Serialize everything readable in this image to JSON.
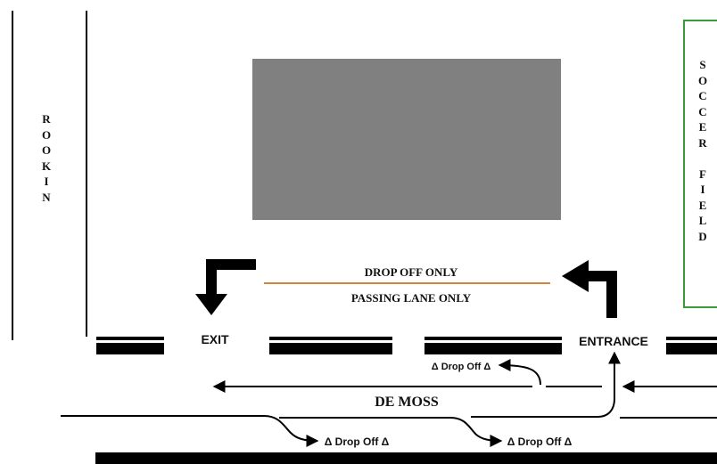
{
  "labels": {
    "rookin": "ROOKIN",
    "soccer_field": "SOCCER FIELD",
    "drop_off_only": "DROP OFF ONLY",
    "passing_lane_only": "PASSING LANE ONLY",
    "exit": "EXIT",
    "entrance": "ENTRANCE",
    "de_moss": "DE MOSS",
    "drop_off_1": "Δ Drop Off Δ",
    "drop_off_2": "Δ Drop Off Δ",
    "drop_off_3": "Δ Drop Off Δ"
  },
  "colors": {
    "building": "#808080",
    "lane_divider": "#d4843c",
    "soccer_field_border": "#3a9a3a",
    "road_lines": "#000000"
  }
}
